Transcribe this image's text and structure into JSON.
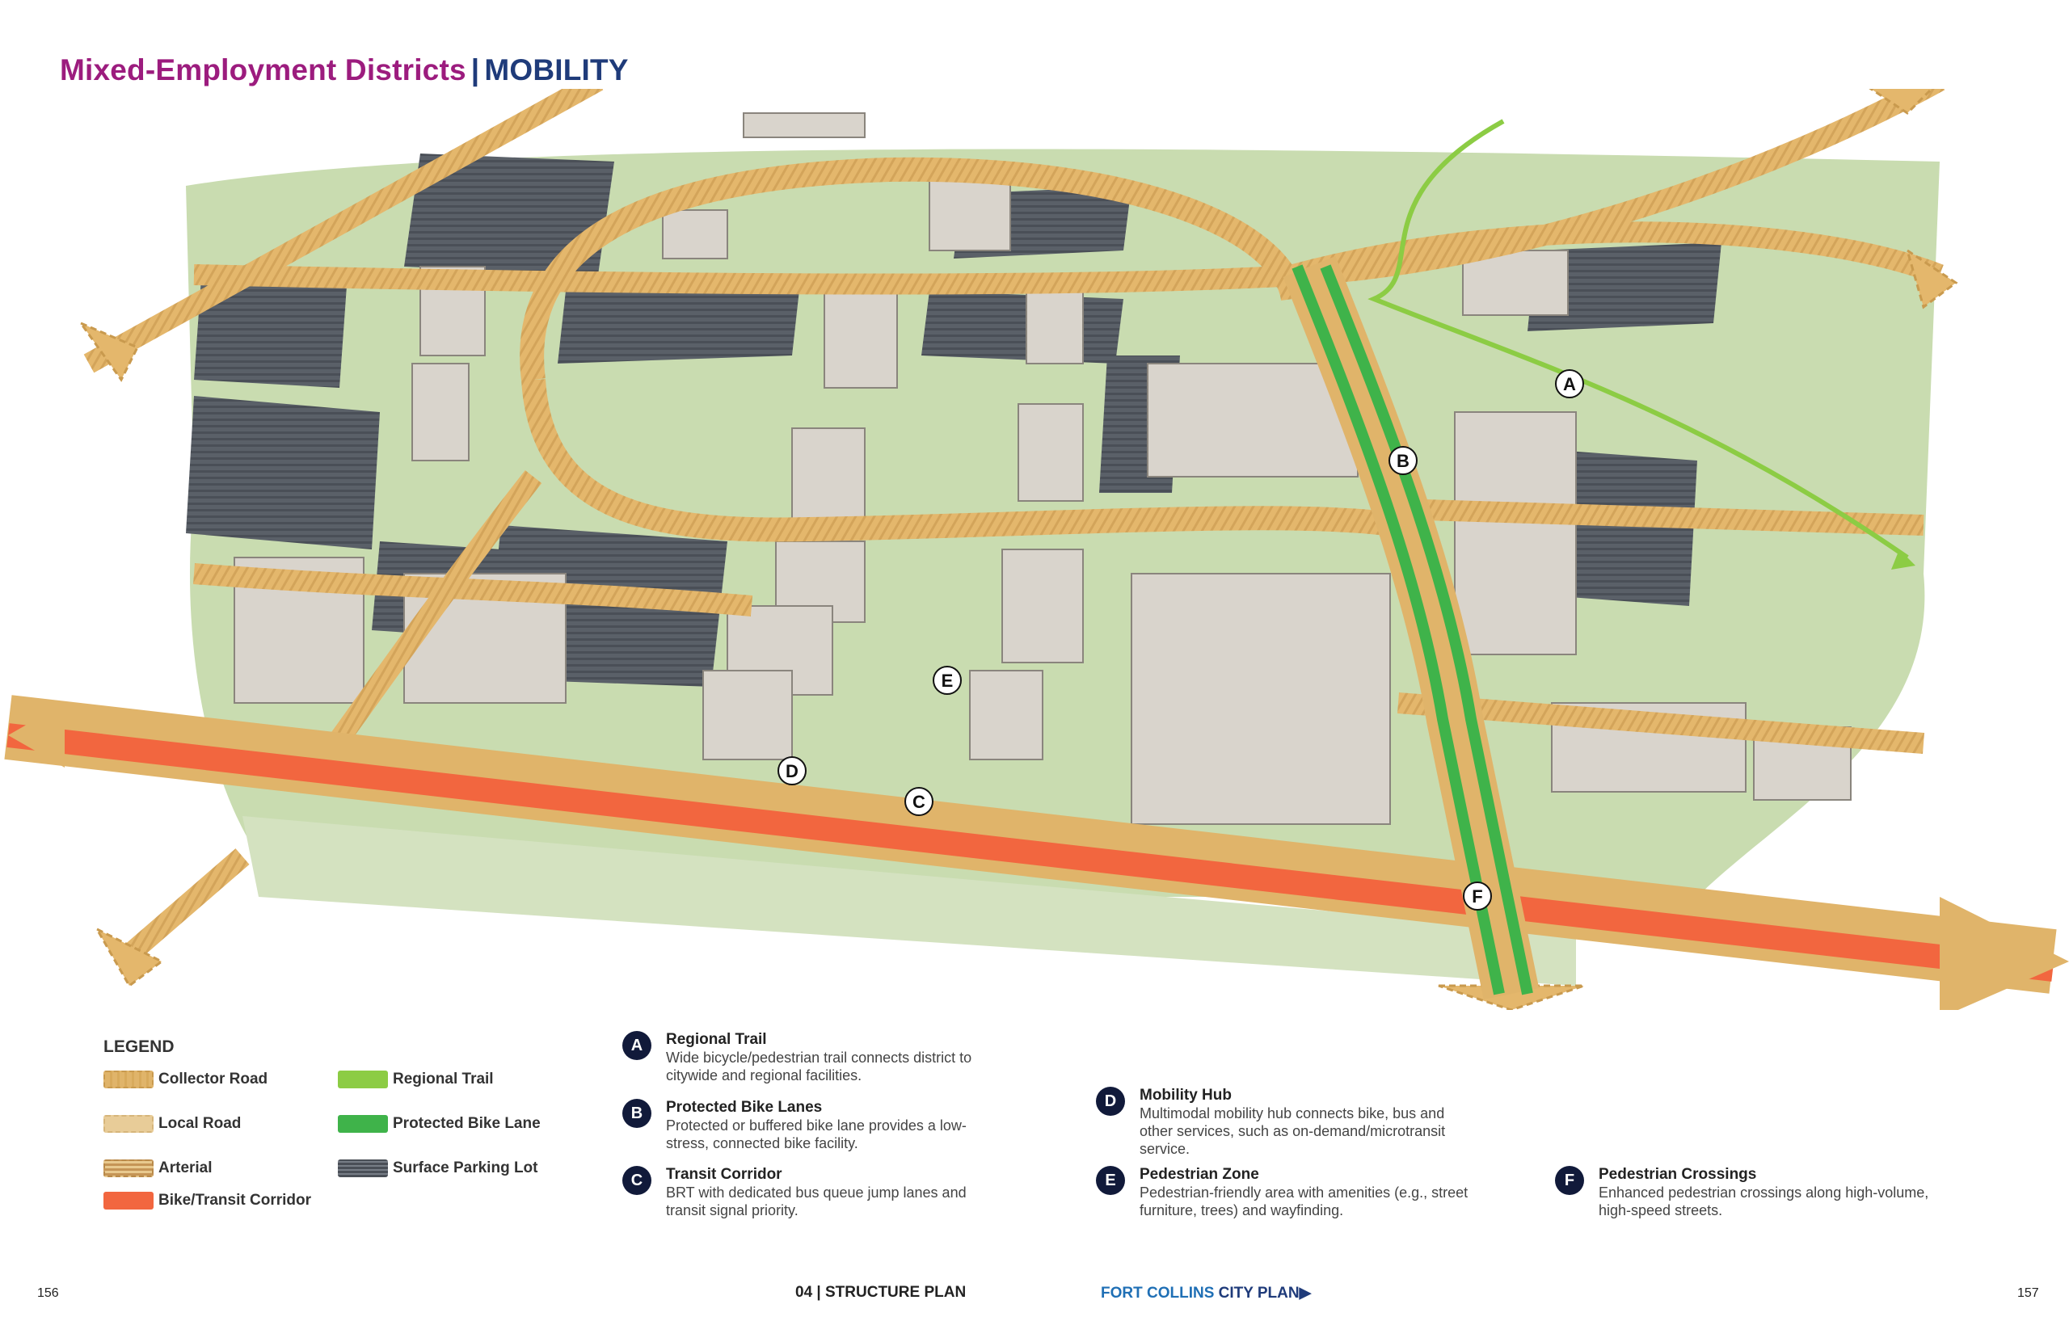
{
  "title": {
    "part1": "Mixed-Employment Districts",
    "separator": "|",
    "part2": "MOBILITY"
  },
  "map_markers": [
    "A",
    "B",
    "C",
    "D",
    "E",
    "F"
  ],
  "legend": {
    "title": "LEGEND",
    "items": [
      {
        "label": "Collector Road",
        "color": "#e0b46a"
      },
      {
        "label": "Local Road",
        "color": "#e8cc98"
      },
      {
        "label": "Arterial",
        "color": "#c59556"
      },
      {
        "label": "Bike/Transit Corridor",
        "color": "#f2663f"
      },
      {
        "label": "Regional Trail",
        "color": "#8ccc44"
      },
      {
        "label": "Protected Bike Lane",
        "color": "#3fb34a"
      },
      {
        "label": "Surface Parking Lot",
        "color": "#4a4f57"
      }
    ]
  },
  "features": [
    {
      "letter": "A",
      "title": "Regional Trail",
      "desc": "Wide bicycle/pedestrian trail connects district to citywide and regional facilities."
    },
    {
      "letter": "B",
      "title": "Protected Bike Lanes",
      "desc": "Protected or buffered bike lane provides a low-stress, connected bike facility."
    },
    {
      "letter": "C",
      "title": "Transit Corridor",
      "desc": "BRT with dedicated bus queue jump lanes and transit signal priority."
    },
    {
      "letter": "D",
      "title": "Mobility Hub",
      "desc": "Multimodal mobility hub connects bike, bus and other services, such as on-demand/microtransit service."
    },
    {
      "letter": "E",
      "title": "Pedestrian Zone",
      "desc": "Pedestrian-friendly area with amenities (e.g., street furniture, trees) and wayfinding."
    },
    {
      "letter": "F",
      "title": "Pedestrian Crossings",
      "desc": "Enhanced pedestrian crossings along high-volume, high-speed streets."
    }
  ],
  "footer": {
    "page_left": "156",
    "section": "04 | STRUCTURE PLAN",
    "brand1": "FORT COLLINS",
    "brand2": "CITY PLAN",
    "arrow": "▶",
    "page_right": "157"
  },
  "colors": {
    "title_magenta": "#9c1c7e",
    "title_navy": "#1f3b7a",
    "grass": "#c9dcb0",
    "building": "#d9d4cc",
    "road_collector": "#e0b46a",
    "bike_transit": "#f2663f",
    "protected_bike": "#3fb34a",
    "regional_trail": "#8ccc44",
    "parking": "#4a4f57",
    "badge": "#111a3a"
  }
}
